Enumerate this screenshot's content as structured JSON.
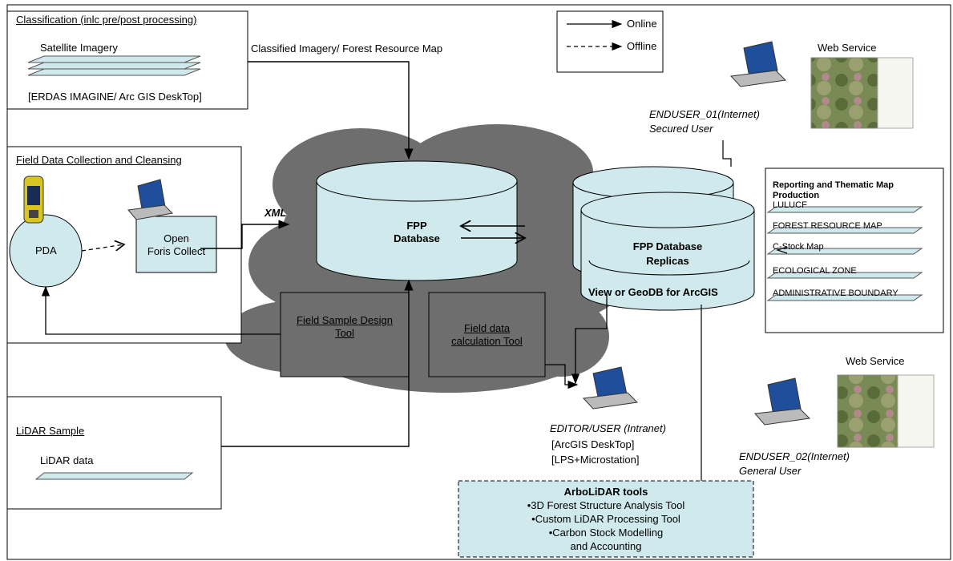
{
  "classification": {
    "title": "Classification (inlc pre/post processing)",
    "imagery_label": "Satellite Imagery",
    "software": "[ERDAS IMAGINE/ Arc GIS DeskTop]",
    "output_label": "Classified Imagery/ Forest Resource Map"
  },
  "legend": {
    "online": "Online",
    "offline": "Offline"
  },
  "field": {
    "title": "Field Data Collection and Cleansing",
    "pda": "PDA",
    "collect_line1": "Open",
    "collect_line2": "Foris Collect",
    "xml": "XML"
  },
  "database": {
    "line1": "FPP",
    "line2": "Database"
  },
  "replicas": {
    "line1": "FPP Database",
    "line2": "Replicas",
    "view": "View   or GeoDB for ArcGIS"
  },
  "tools": {
    "sample_line1": "Field Sample Design",
    "sample_line2": "Tool",
    "calc_line1": "Field data",
    "calc_line2": "calculation Tool"
  },
  "lidar": {
    "title": "LiDAR Sample",
    "data_label": "LiDAR data"
  },
  "enduser1": {
    "web_service": "Web Service",
    "name": "ENDUSER_01(Internet)",
    "type": "Secured User"
  },
  "enduser2": {
    "web_service": "Web Service",
    "name": "ENDUSER_02(Internet)",
    "type": "General User"
  },
  "editor": {
    "name": "EDITOR/USER (Intranet)",
    "sw1": "[ArcGIS DeskTop]",
    "sw2": "[LPS+Microstation]"
  },
  "reporting": {
    "title_line1": "Reporting and Thematic Map",
    "title_line2": "Production",
    "items": [
      "LULUCF",
      "FOREST  RESOURCE  MAP",
      "C-Stock Map",
      "ECOLOGICAL  ZONE",
      "ADMINISTRATIVE  BOUNDARY"
    ]
  },
  "arbolidar": {
    "title": "ArboLiDAR tools",
    "item1": "•3D Forest Structure Analysis Tool",
    "item2": "•Custom LiDAR Processing Tool",
    "item3": "•Carbon Stock Modelling",
    "item4": "and Accounting"
  },
  "colors": {
    "cyan": "#cfe9ec",
    "cloud": "#6e6e6e",
    "stroke": "#000000"
  }
}
